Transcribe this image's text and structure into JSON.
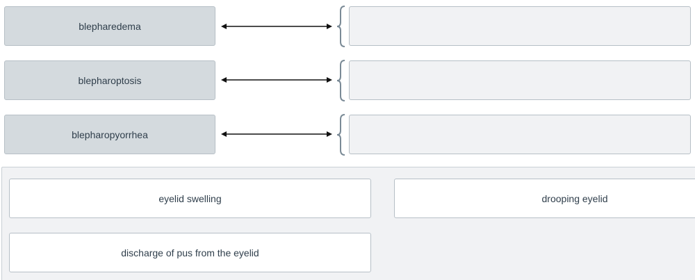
{
  "terms": [
    {
      "label": "blepharedema"
    },
    {
      "label": "blepharoptosis"
    },
    {
      "label": "blepharopyorrhea"
    }
  ],
  "answer_bank": [
    {
      "label": "eyelid swelling"
    },
    {
      "label": "drooping eyelid"
    },
    {
      "label": "discharge of pus from the eyelid"
    }
  ],
  "colors": {
    "term_bg": "#d4dade",
    "target_bg": "#f1f2f4",
    "border": "#b6bfc6",
    "arrow": "#111111",
    "brace": "#7a8a96"
  },
  "icons": {
    "arrow": "double-headed-arrow-icon",
    "brace": "left-curly-brace-icon"
  }
}
